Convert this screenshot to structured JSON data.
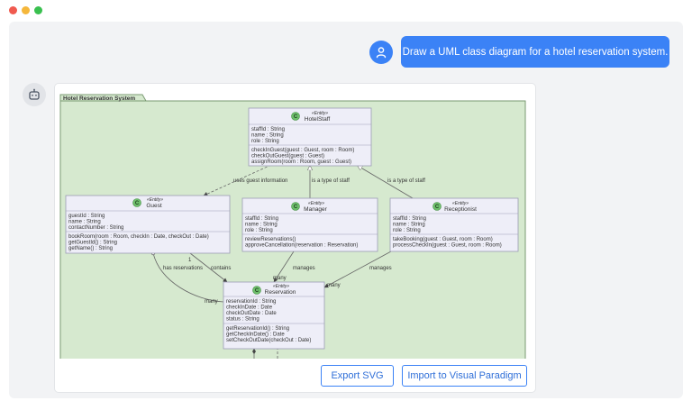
{
  "window": {
    "controls": [
      "close",
      "minimize",
      "maximize"
    ]
  },
  "chat": {
    "user_message": "Draw a UML class diagram for a hotel reservation system.",
    "user_avatar_icon": "user-icon",
    "bot_avatar_icon": "robot-icon"
  },
  "diagram": {
    "package_label": "Hotel Reservation System",
    "stereotype": "«Entity»",
    "classes": {
      "hotelstaff": {
        "name": "HotelStaff",
        "attributes": [
          "staffId : String",
          "name : String",
          "role : String"
        ],
        "methods": [
          "checkInGuest(guest : Guest, room : Room)",
          "checkOutGuest(guest : Guest)",
          "assignRoom(room : Room, guest : Guest)"
        ]
      },
      "guest": {
        "name": "Guest",
        "attributes": [
          "guestId : String",
          "name : String",
          "contactNumber : String"
        ],
        "methods": [
          "bookRoom(room : Room, checkIn : Date, checkOut : Date)",
          "getGuestId() : String",
          "getName() : String"
        ]
      },
      "manager": {
        "name": "Manager",
        "attributes": [
          "staffId : String",
          "name : String",
          "role : String"
        ],
        "methods": [
          "reviewReservations()",
          "approveCancellation(reservation : Reservation)"
        ]
      },
      "receptionist": {
        "name": "Receptionist",
        "attributes": [
          "staffId : String",
          "name : String",
          "role : String"
        ],
        "methods": [
          "takeBooking(guest : Guest, room : Room)",
          "processCheckIn(guest : Guest, room : Room)"
        ]
      },
      "reservation": {
        "name": "Reservation",
        "attributes": [
          "reservationId : String",
          "checkInDate : Date",
          "checkOutDate : Date",
          "status : String"
        ],
        "methods": [
          "getReservationId() : String",
          "getCheckInDate() : Date",
          "setCheckOutDate(checkOut : Date)"
        ]
      }
    },
    "relations": {
      "uses_guest_information": "uses guest information",
      "manager_type": "is a type of staff",
      "receptionist_type": "is a type of staff",
      "has_reservations": "has reservations",
      "contains": "contains",
      "manages_manager": "manages",
      "manages_receptionist": "manages",
      "one": "1",
      "many_guest": "many",
      "many_manager": "many",
      "many_receptionist": "many"
    }
  },
  "actions": {
    "export_svg": "Export SVG",
    "import_vp": "Import to Visual Paradigm"
  },
  "colors": {
    "accent": "#3b82f6",
    "package_fill": "#d6e9cf",
    "class_fill": "#eeeef8",
    "class_border": "#9b9bb5",
    "entity_circle": "#6dbf6b"
  }
}
